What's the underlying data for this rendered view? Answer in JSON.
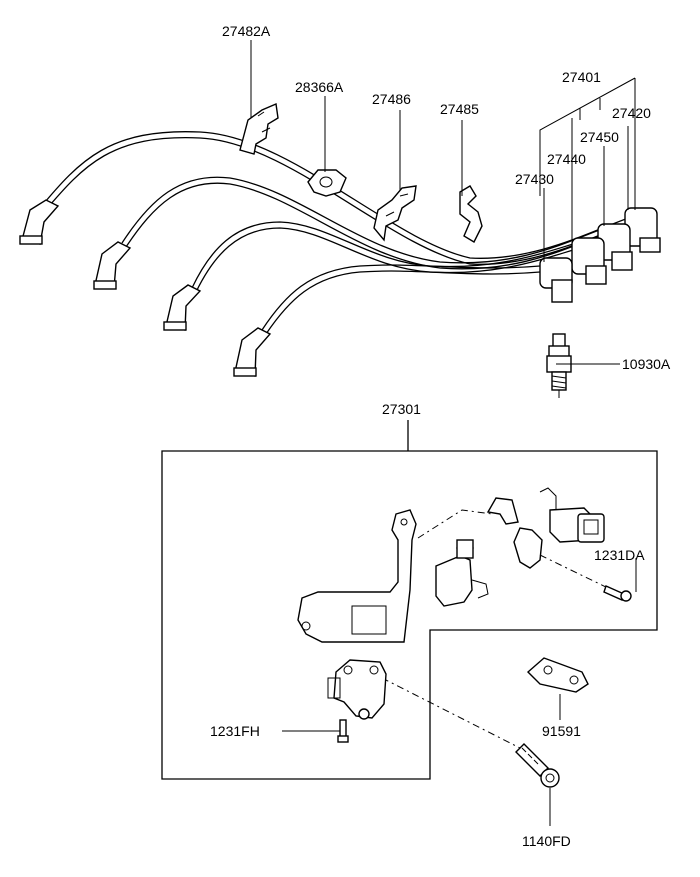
{
  "labels": {
    "p27482A": "27482A",
    "p28366A": "28366A",
    "p27486": "27486",
    "p27485": "27485",
    "p27401": "27401",
    "p27420": "27420",
    "p27450": "27450",
    "p27440": "27440",
    "p27430": "27430",
    "p10930A": "10930A",
    "p27301": "27301",
    "p1231DA": "1231DA",
    "p1231FH": "1231FH",
    "p91591": "91591",
    "p1140FD": "1140FD"
  }
}
